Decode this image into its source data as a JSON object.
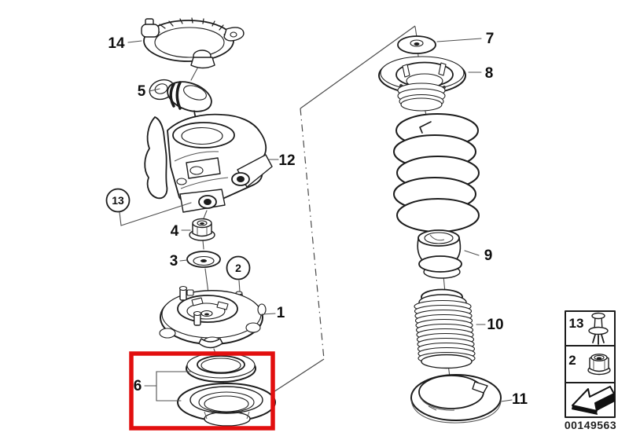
{
  "diagram": {
    "line_color": "#1c1c1c",
    "highlight_color": "#e20f0f",
    "callouts": {
      "c1": "1",
      "c2": "2",
      "c3": "3",
      "c4": "4",
      "c5": "5",
      "c6": "6",
      "c7": "7",
      "c8": "8",
      "c9": "9",
      "c10": "10",
      "c11": "11",
      "c12": "12",
      "c13": "13",
      "c14": "14"
    },
    "highlighted_callout": "6"
  },
  "legend": {
    "rows": [
      {
        "ref": "13",
        "icon": "expanding-rivet-icon"
      },
      {
        "ref": "2",
        "icon": "flange-lock-nut-icon"
      }
    ],
    "arrow_icon": "direction-arrow-icon",
    "image_code": "00149563"
  }
}
